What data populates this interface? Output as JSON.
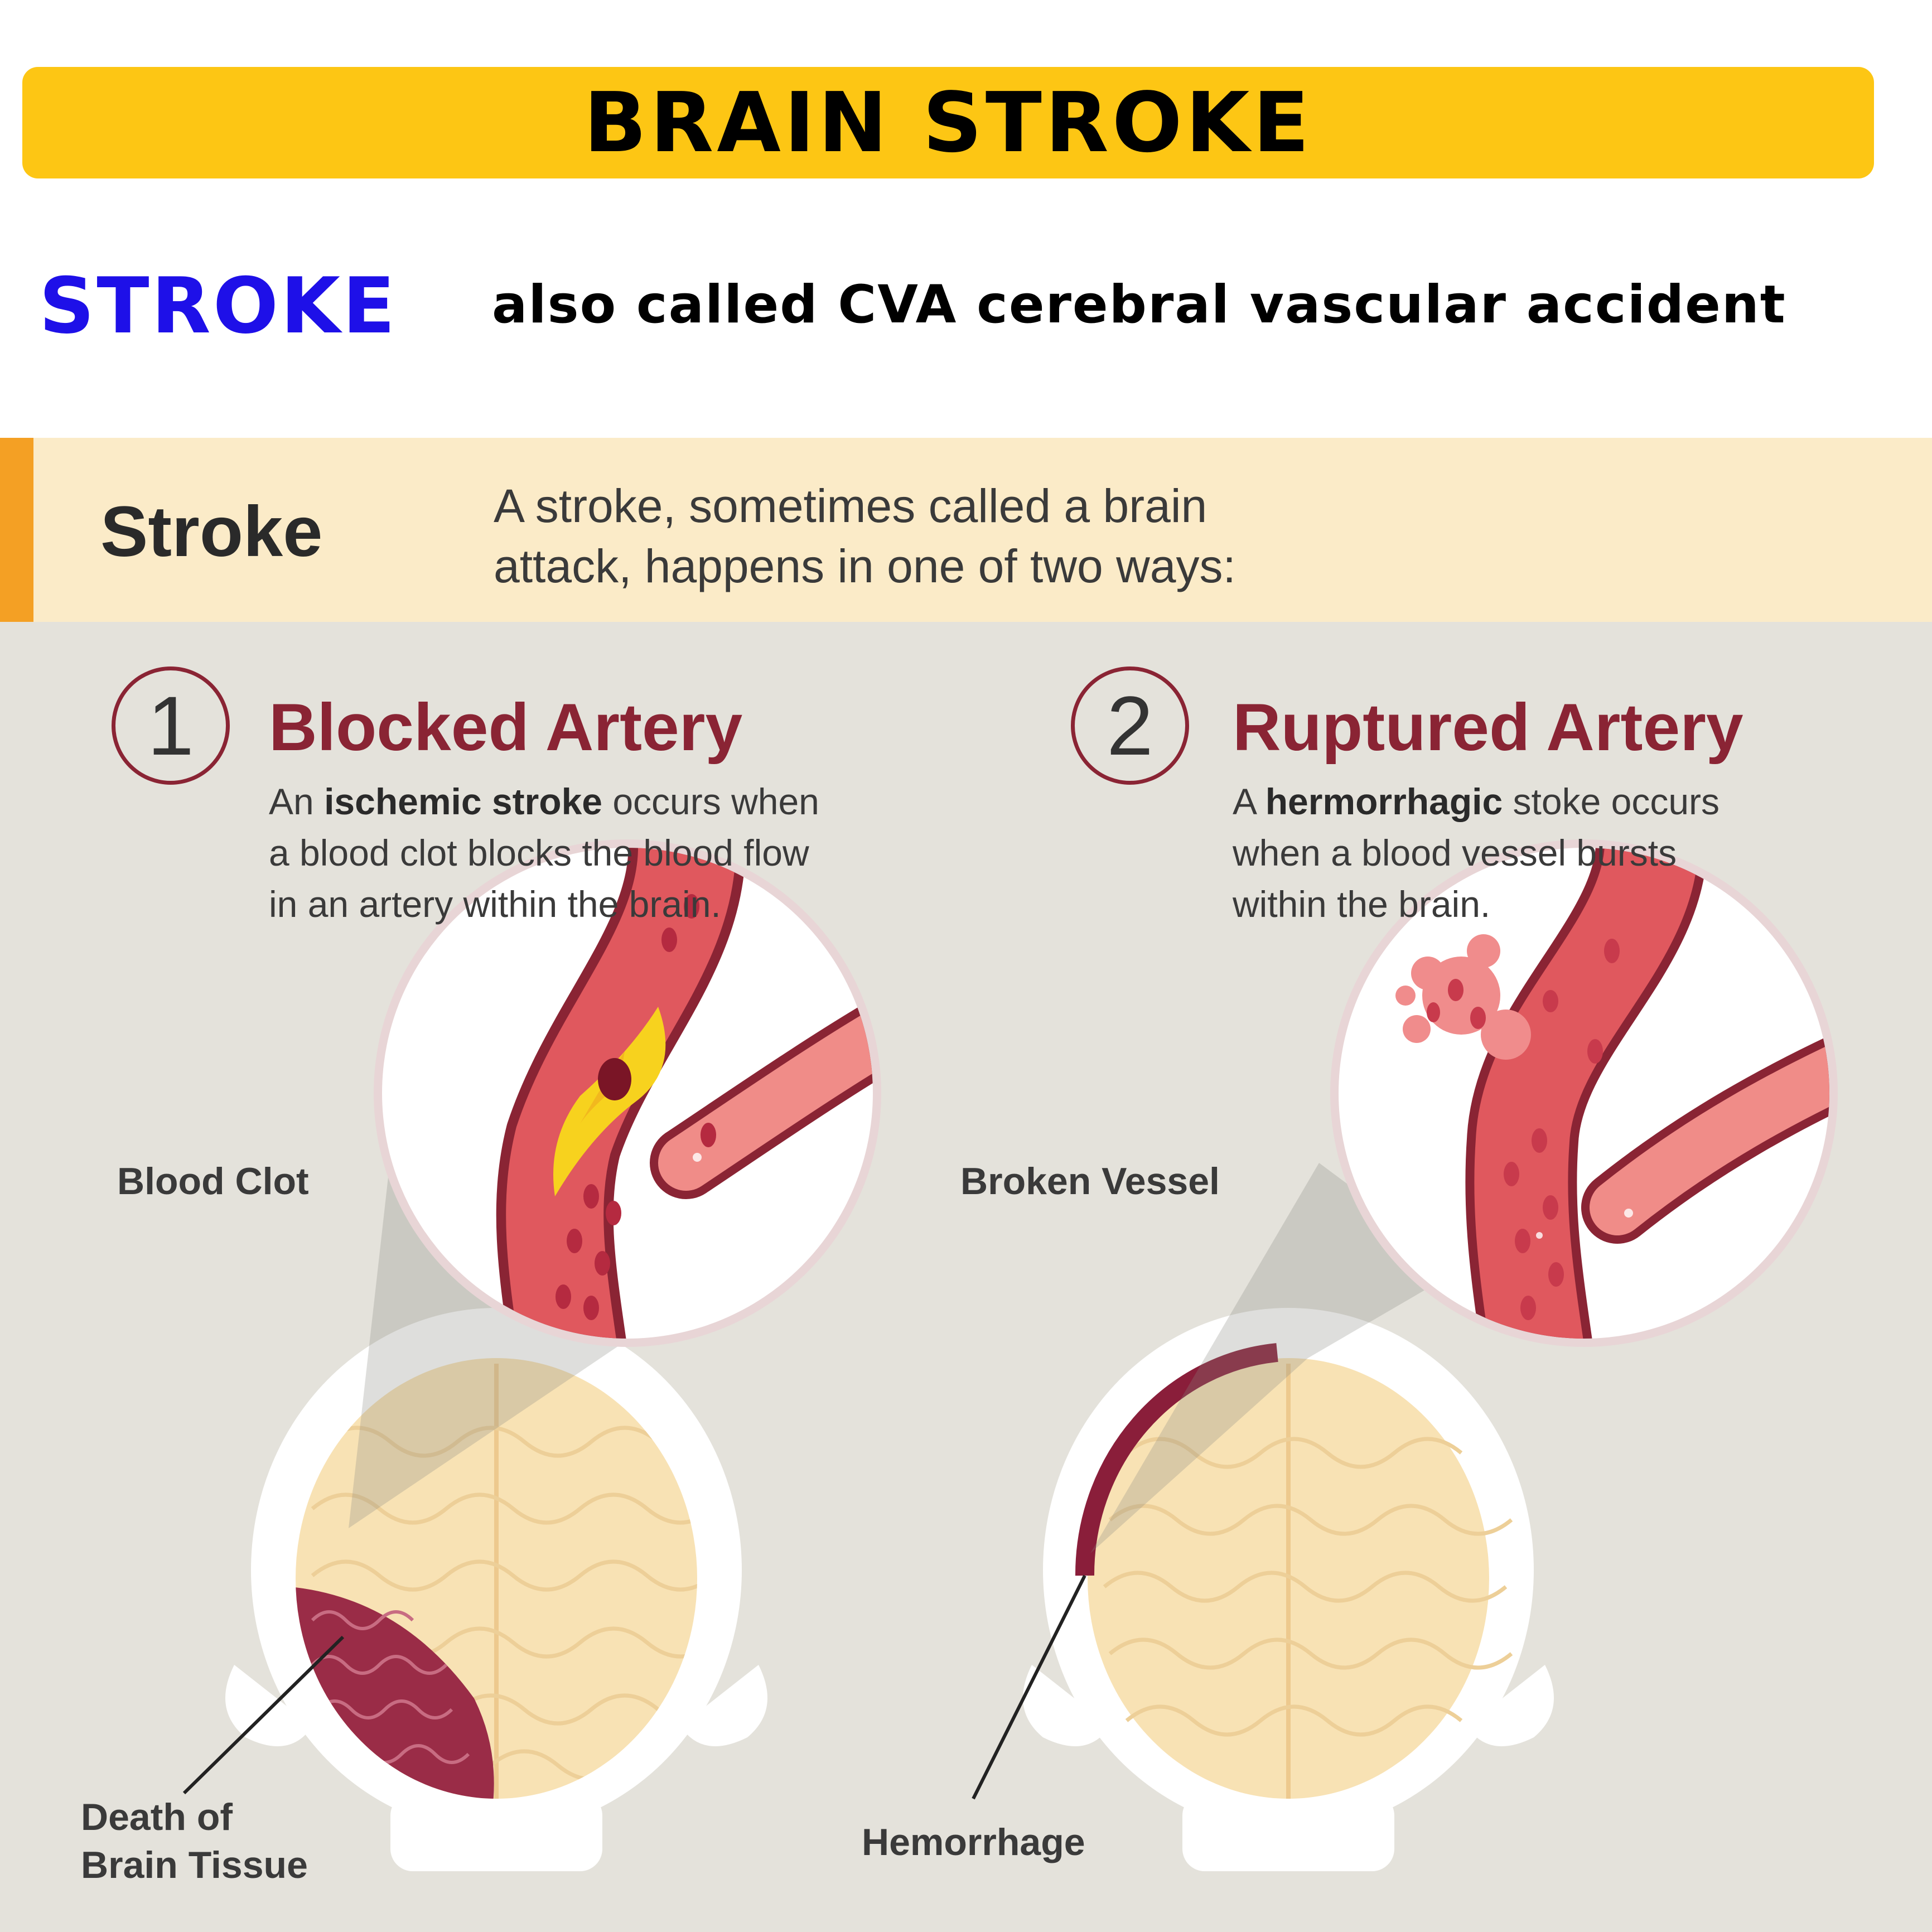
{
  "header": {
    "title": "BRAIN STROKE"
  },
  "term": {
    "label": "STROKE",
    "definition": "also called CVA cerebral vascular accident"
  },
  "intro": {
    "title": "Stroke",
    "text_line1": "A stroke, sometimes called a brain",
    "text_line2": "attack, happens in one of two ways:"
  },
  "types": [
    {
      "number": "1",
      "title": "Blocked Artery",
      "desc_pre": "An ",
      "desc_bold": "ischemic stroke",
      "desc_line1_post": " occurs when",
      "desc_line2": "a blood clot blocks the blood flow",
      "desc_line3": "in an artery within the brain.",
      "zoom_label": "Blood Clot",
      "brain_label_line1": "Death of",
      "brain_label_line2": "Brain Tissue"
    },
    {
      "number": "2",
      "title": "Ruptured Artery",
      "desc_pre": "A ",
      "desc_bold": "hermorrhagic",
      "desc_line1_post": " stoke occurs",
      "desc_line2": "when a blood vessel bursts",
      "desc_line3": "within the brain.",
      "zoom_label": "Broken Vessel",
      "brain_label_line1": "Hemorrhage"
    }
  ],
  "colors": {
    "banner": "#FDC614",
    "term": "#1E10E8",
    "accent_dark_red": "#8A2434",
    "vessel_red": "#E0585E",
    "clot_yellow": "#F7D21E",
    "brain_cream": "#F8E2B4",
    "panel_bg": "#E4E2DB"
  }
}
